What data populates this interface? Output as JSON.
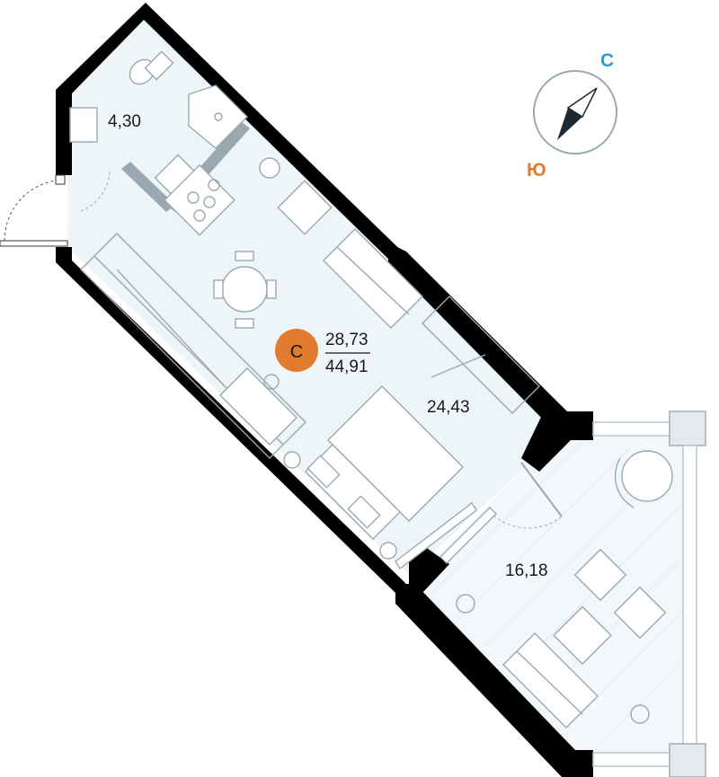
{
  "apartment": {
    "type_badge": "С",
    "living_area": "28,73",
    "total_area": "44,91",
    "badge_color": "#e07b2f"
  },
  "rooms": {
    "bathroom_area": "4,30",
    "main_room_area": "24,43",
    "balcony_area": "16,18"
  },
  "compass": {
    "north_label": "С",
    "south_label": "Ю",
    "north_color": "#2b9bd1",
    "south_color": "#e07b2f"
  },
  "colors": {
    "wall": "#000000",
    "floor": "#eef5f9",
    "furniture_stroke": "#9aa9b1"
  }
}
